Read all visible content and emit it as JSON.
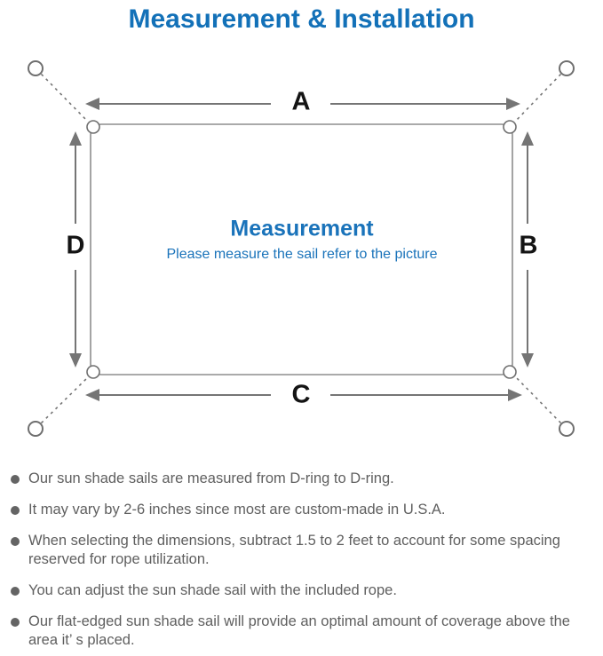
{
  "title": "Measurement & Installation",
  "colors": {
    "accent_blue": "#1371b8",
    "diagram_line_gray": "#8d8d8d",
    "arrow_gray": "#757575",
    "note_text_gray": "#5f5f5f"
  },
  "diagram": {
    "side_labels": {
      "top": "A",
      "right": "B",
      "bottom": "C",
      "left": "D"
    },
    "center_title": "Measurement",
    "center_subtitle": "Please measure the sail refer to the picture"
  },
  "notes": {
    "items": [
      "Our sun shade sails are measured from D-ring to D-ring.",
      "It may vary by 2-6 inches since most are custom-made in U.S.A.",
      "When selecting the dimensions, subtract 1.5 to 2 feet to account for some spacing reserved for rope utilization.",
      "You can adjust the sun shade sail with the included rope.",
      "Our flat-edged sun shade sail will provide an optimal amount of coverage above the area it’ s placed."
    ]
  }
}
